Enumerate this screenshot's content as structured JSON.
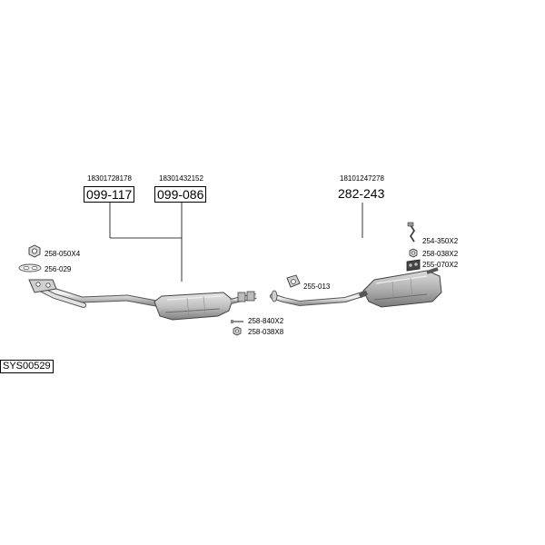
{
  "diagram": {
    "system_id": "SYS00529",
    "parts": [
      {
        "code": "099-117",
        "oe": "18301728178"
      },
      {
        "code": "099-086",
        "oe": "18301432152"
      },
      {
        "code": "282-243",
        "oe": "18101247278"
      }
    ],
    "fittings": {
      "f1": "258-050X4",
      "f2": "256-029",
      "f3": "258-840X2",
      "f4": "258-038X8",
      "f5": "255-013",
      "f6": "254-350X2",
      "f7": "258-038X2",
      "f8": "255-070X2"
    }
  }
}
